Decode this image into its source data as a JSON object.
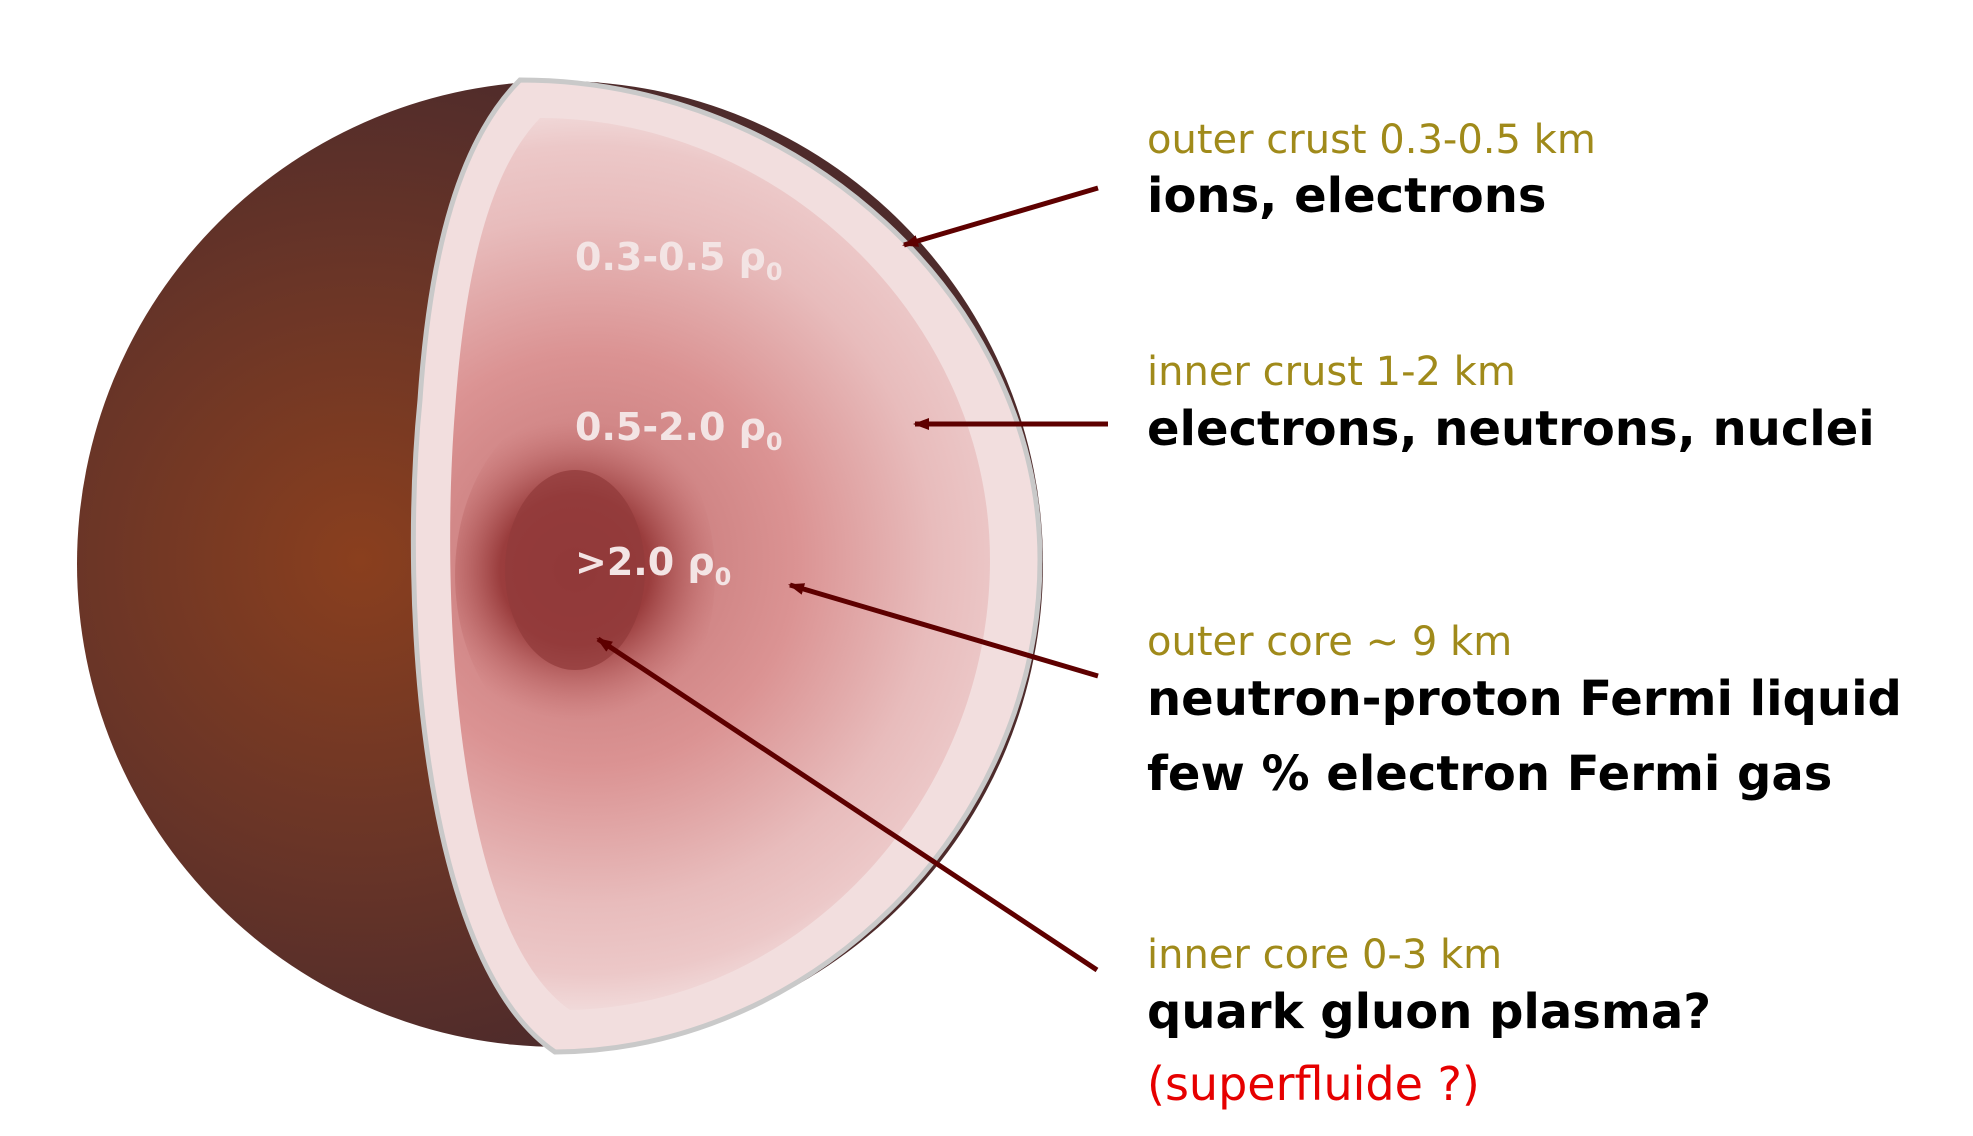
{
  "colors": {
    "title_color": "#a08a1a",
    "desc_color": "#000000",
    "note_color": "#e60000",
    "arrow_color": "#5e0000",
    "density_label_color": "#f3e4e4",
    "sphere_dark": "#4e2b2b",
    "sphere_light": "#8a3f1e",
    "crust_outer": "#f2dede",
    "crust_mid": "#e8bcbc",
    "core_outer": "#d99090",
    "core_inner": "#8e3535"
  },
  "density_labels": [
    {
      "id": "outer-crust",
      "text": "0.3-0.5 ρ",
      "sub": "0"
    },
    {
      "id": "inner-crust",
      "text": "0.5-2.0 ρ",
      "sub": "0"
    },
    {
      "id": "core",
      "text": ">2.0 ρ",
      "sub": "0"
    }
  ],
  "layers": [
    {
      "id": "outer-crust",
      "title": "outer crust 0.3-0.5 km",
      "desc": [
        "ions, electrons"
      ]
    },
    {
      "id": "inner-crust",
      "title": "inner crust 1-2 km",
      "desc": [
        "electrons, neutrons, nuclei"
      ]
    },
    {
      "id": "outer-core",
      "title": "outer core ~ 9 km",
      "desc": [
        "neutron-proton Fermi liquid",
        "few % electron Fermi gas"
      ]
    },
    {
      "id": "inner-core",
      "title": "inner core 0-3 km",
      "desc": [
        "quark gluon plasma?"
      ],
      "note": "(superfluide ?)"
    }
  ]
}
